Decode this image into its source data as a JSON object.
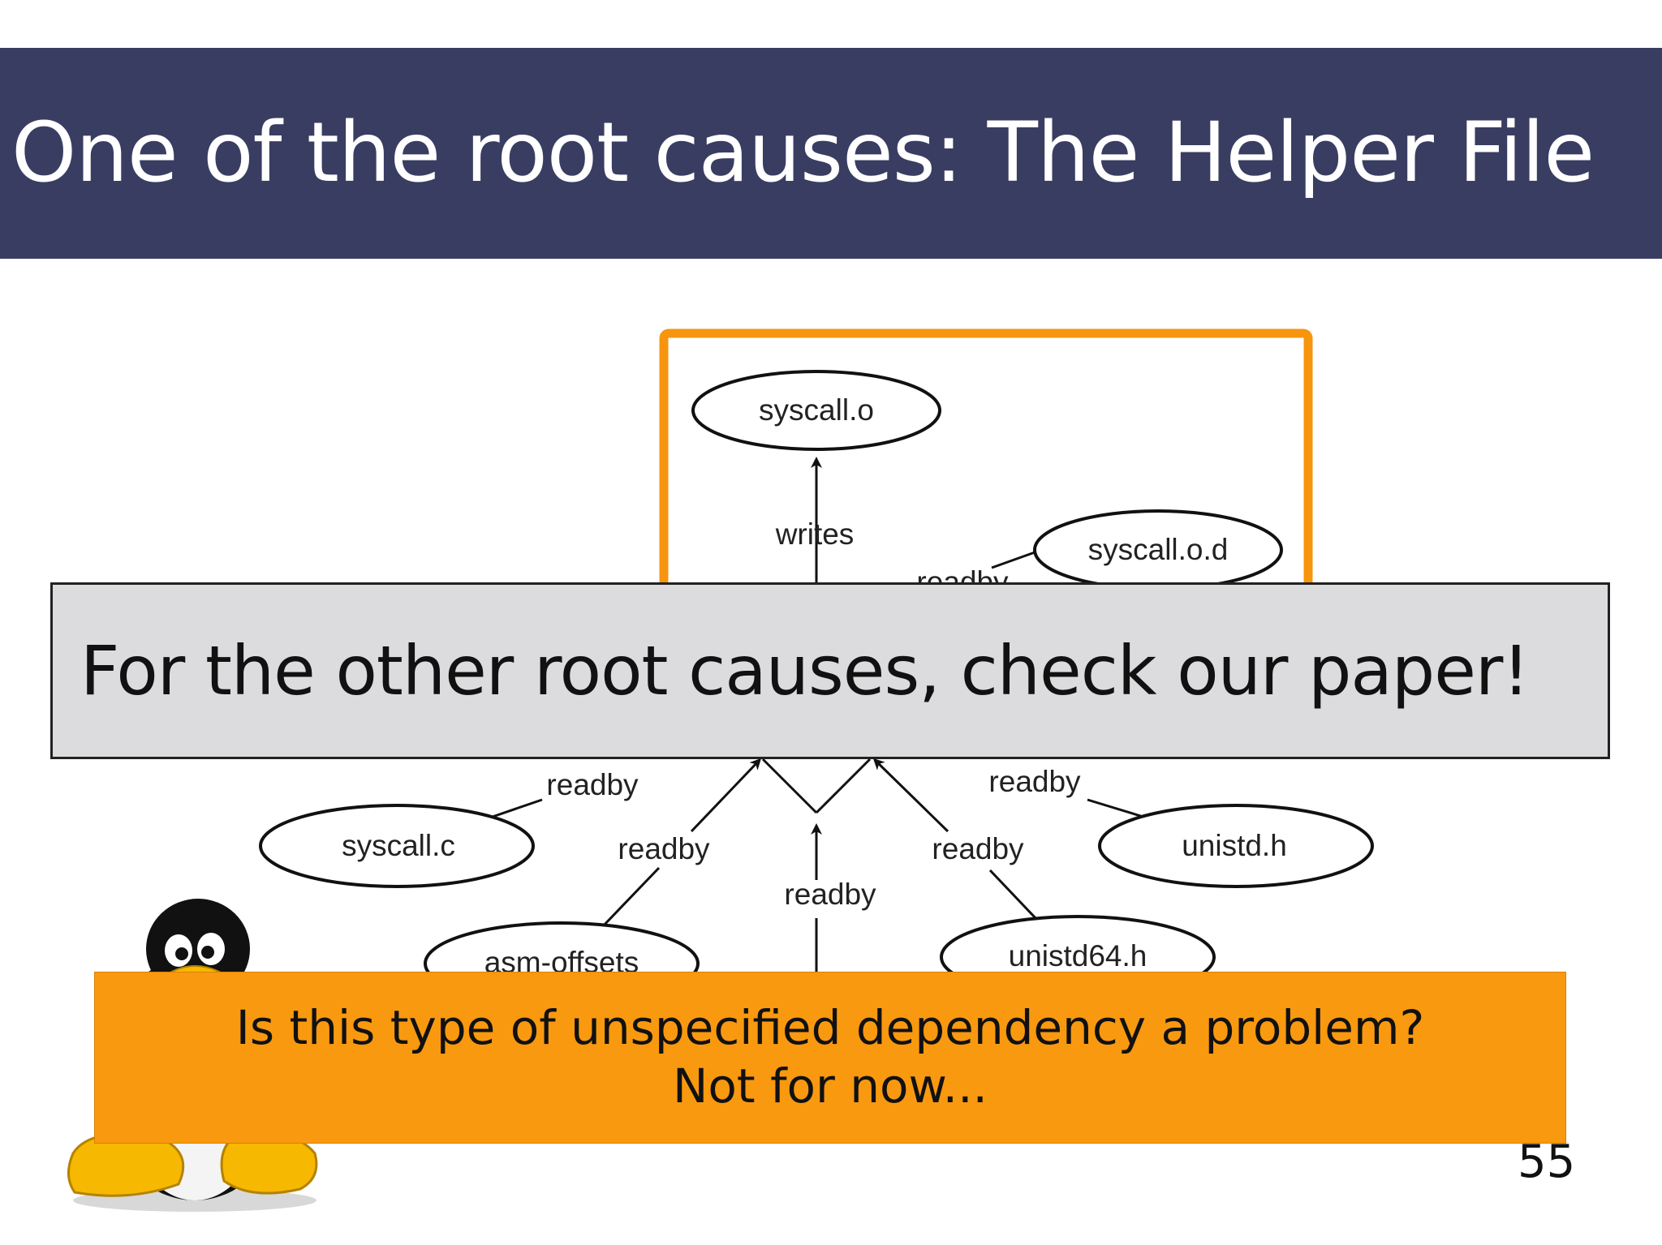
{
  "slide": {
    "title": "One of the root causes: The Helper File",
    "overlay_message": "For the other root causes, check our paper!",
    "callout_line_1": "Is this type of unspecified dependency a problem?",
    "callout_line_2": "Not for now...",
    "page_number": "55"
  },
  "diagram": {
    "nodes": {
      "syscall_o": "syscall.o",
      "syscall_o_d": "syscall.o.d",
      "syscall_c": "syscall.c",
      "unistd_h": "unistd.h",
      "asm_offsets": "asm-offsets",
      "unistd64_h": "unistd64.h"
    },
    "edges": {
      "writes": "writes",
      "readby_syscall_o_d": "readby",
      "readby_syscall_c": "readby",
      "readby_unistd_h": "readby",
      "readby_asm_offsets": "readby",
      "readby_unistd64_h": "readby",
      "readby_center": "readby"
    },
    "highlight_color": "#f7950f"
  },
  "colors": {
    "title_bar": "#3a3d62",
    "overlay_bg": "#dcdcde",
    "callout_bg": "#f9990f"
  },
  "icons": {
    "mascot": "tux-penguin-icon"
  }
}
